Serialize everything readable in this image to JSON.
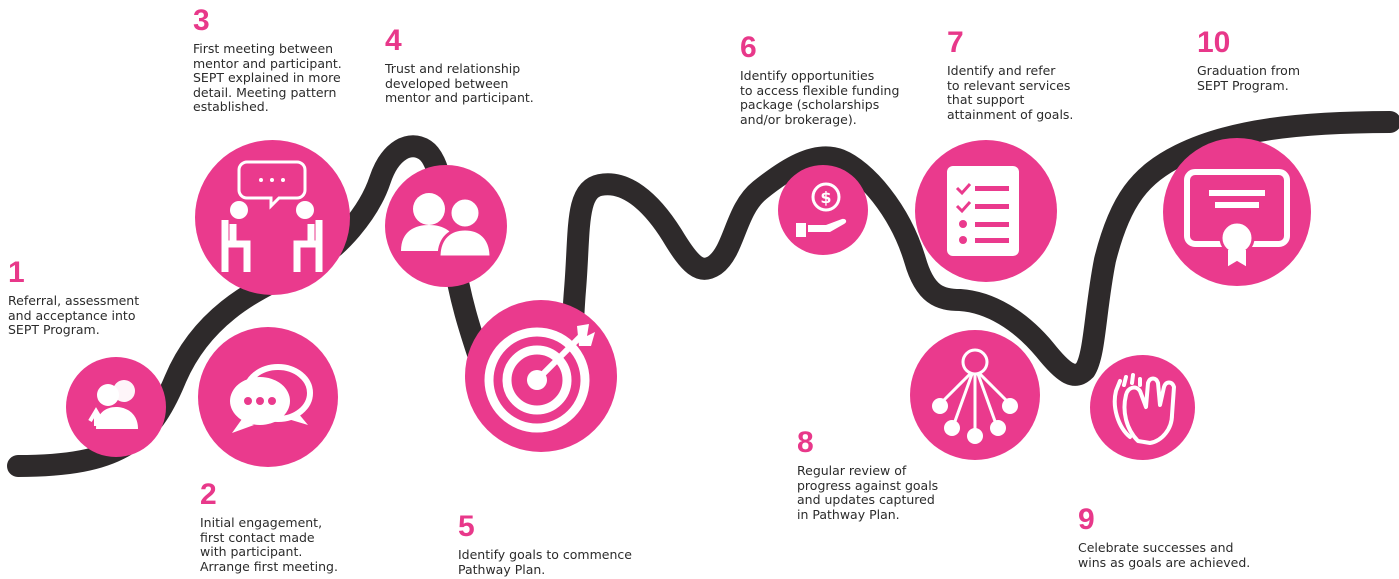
{
  "colors": {
    "accent": "#ea3a8d",
    "road": "#2e2a2b",
    "text": "#2b2b2b"
  },
  "steps": [
    {
      "number": "1",
      "text": "Referral, assessment\nand acceptance into\nSEPT Program.",
      "icon": "people-exchange-icon"
    },
    {
      "number": "2",
      "text": "Initial engagement,\nfirst contact made\nwith participant.\nArrange first meeting.",
      "icon": "speech-bubbles-icon"
    },
    {
      "number": "3",
      "text": "First meeting between\nmentor and participant.\nSEPT explained in more\ndetail. Meeting pattern\nestablished.",
      "icon": "meeting-chairs-icon"
    },
    {
      "number": "4",
      "text": "Trust and relationship\ndeveloped between\nmentor and participant.",
      "icon": "two-people-icon"
    },
    {
      "number": "5",
      "text": "Identify goals to commence\nPathway Plan.",
      "icon": "target-arrow-icon"
    },
    {
      "number": "6",
      "text": "Identify opportunities\nto access flexible funding\npackage (scholarships\nand/or brokerage).",
      "icon": "hand-coin-icon"
    },
    {
      "number": "7",
      "text": "Identify and refer\nto relevant services\nthat support\nattainment of goals.",
      "icon": "checklist-icon"
    },
    {
      "number": "8",
      "text": "Regular review of\nprogress against goals\nand updates captured\nin Pathway Plan.",
      "icon": "network-icon"
    },
    {
      "number": "9",
      "text": "Celebrate successes and\nwins as goals are achieved.",
      "icon": "clapping-hands-icon"
    },
    {
      "number": "10",
      "text": "Graduation from\nSEPT Program.",
      "icon": "certificate-icon"
    }
  ]
}
